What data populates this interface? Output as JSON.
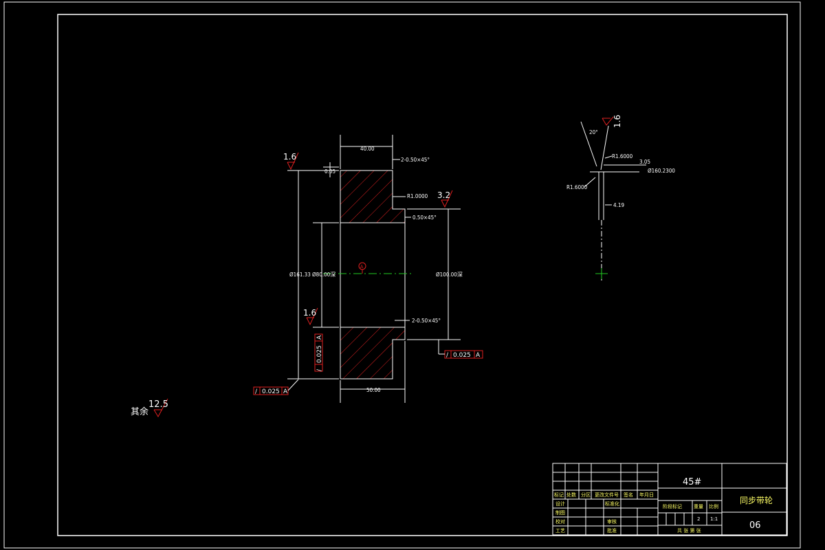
{
  "drawing": {
    "dims": {
      "width_top": "40.00",
      "chamfer_top": "2-0.50×45°",
      "step_small": "0.05",
      "radius_1": "R1.0000",
      "chamfer_mid": "0.50×45°",
      "chamfer_bot": "2-0.50×45°",
      "width_bottom": "50.00",
      "dia_outer": "Ø161.33",
      "dia_bore": "Ø80.00深",
      "dia_hub": "Ø100.00深",
      "datum": "A"
    },
    "roughness": {
      "top_left": "1.6",
      "hub": "3.2",
      "bore": "1.6",
      "rest_label": "其余",
      "rest_value": "12.5"
    },
    "tolerances": {
      "left_bottom": "0.025",
      "right": "0.025",
      "vertical": "0.025",
      "datum_ref": "A",
      "symbol": "/"
    },
    "detail": {
      "angle": "20°",
      "roughness": "1.6",
      "r_top": "R1.6000",
      "r_left": "R1.6000",
      "depth": "3.05",
      "dia": "Ø160.2300",
      "pitch": "4.19"
    }
  },
  "title_block": {
    "material": "45#",
    "part_name": "同步带轮",
    "drawing_no": "06",
    "headers": [
      "标记",
      "处数",
      "分区",
      "更改文件号",
      "签名",
      "年月日"
    ],
    "row_labels": [
      "设计",
      "制图",
      "校对",
      "工艺"
    ],
    "standard": "标准化",
    "review": "审核",
    "approve": "批准",
    "stage_label": "阶段标记",
    "weight_label": "重量",
    "scale_label": "比例",
    "weight_value": "2",
    "scale_value": "1:1",
    "company": "共 张 第 张"
  }
}
